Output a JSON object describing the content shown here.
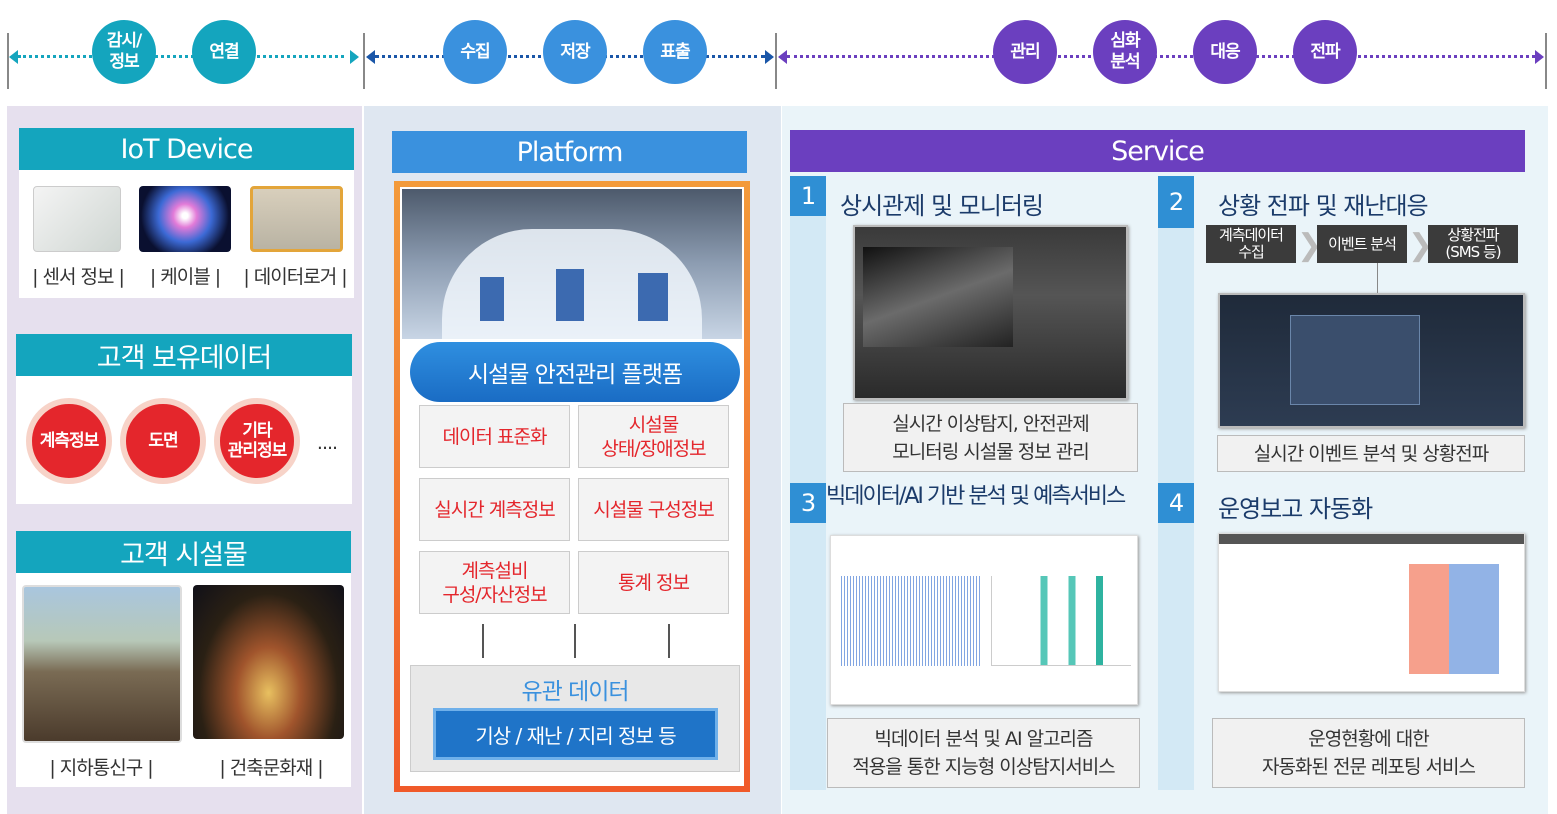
{
  "timeline": {
    "group1": [
      "감시/\n정보",
      "연결"
    ],
    "group2": [
      "수집",
      "저장",
      "표출"
    ],
    "group3": [
      "관리",
      "심화\n분석",
      "대응",
      "전파"
    ]
  },
  "colors": {
    "teal": "#14a5be",
    "blue": "#3a91de",
    "purple": "#6b3fbf",
    "red": "#e4262c"
  },
  "iot": {
    "title": "IoT Device",
    "items": [
      "센서 정보",
      "케이블",
      "데이터로거"
    ]
  },
  "customer_data": {
    "title": "고객 보유데이터",
    "items": [
      "계측정보",
      "도면",
      "기타\n관리정보"
    ],
    "more": "...."
  },
  "facility": {
    "title": "고객 시설물",
    "items": [
      "지하통신구",
      "건축문화재"
    ]
  },
  "platform": {
    "title": "Platform",
    "main": "시설물 안전관리 플랫폼",
    "cells": [
      "데이터 표준화",
      "시설물\n상태/장애정보",
      "실시간 계측정보",
      "시설물 구성정보",
      "계측설비\n구성/자산정보",
      "통계 정보"
    ],
    "related_title": "유관 데이터",
    "related_bar": "기상 / 재난 / 지리 정보 등"
  },
  "service": {
    "title": "Service",
    "s1": {
      "num": "1",
      "title": "상시관제 및 모니터링",
      "caption": "실시간 이상탐지, 안전관제\n모니터링 시설물 정보 관리"
    },
    "s2": {
      "num": "2",
      "title": "상황 전파 및 재난대응",
      "flow": [
        "계측데이터\n수집",
        "이벤트 분석",
        "상황전파\n(SMS 등)"
      ],
      "caption": "실시간 이벤트 분석 및 상황전파"
    },
    "s3": {
      "num": "3",
      "title": "빅데이터/AI 기반 분석 및 예측서비스",
      "caption": "빅데이터 분석 및 AI 알고리즘\n적용을 통한 지능형 이상탐지서비스"
    },
    "s4": {
      "num": "4",
      "title": "운영보고 자동화",
      "caption": "운영현황에 대한\n자동화된 전문 레포팅 서비스"
    }
  }
}
